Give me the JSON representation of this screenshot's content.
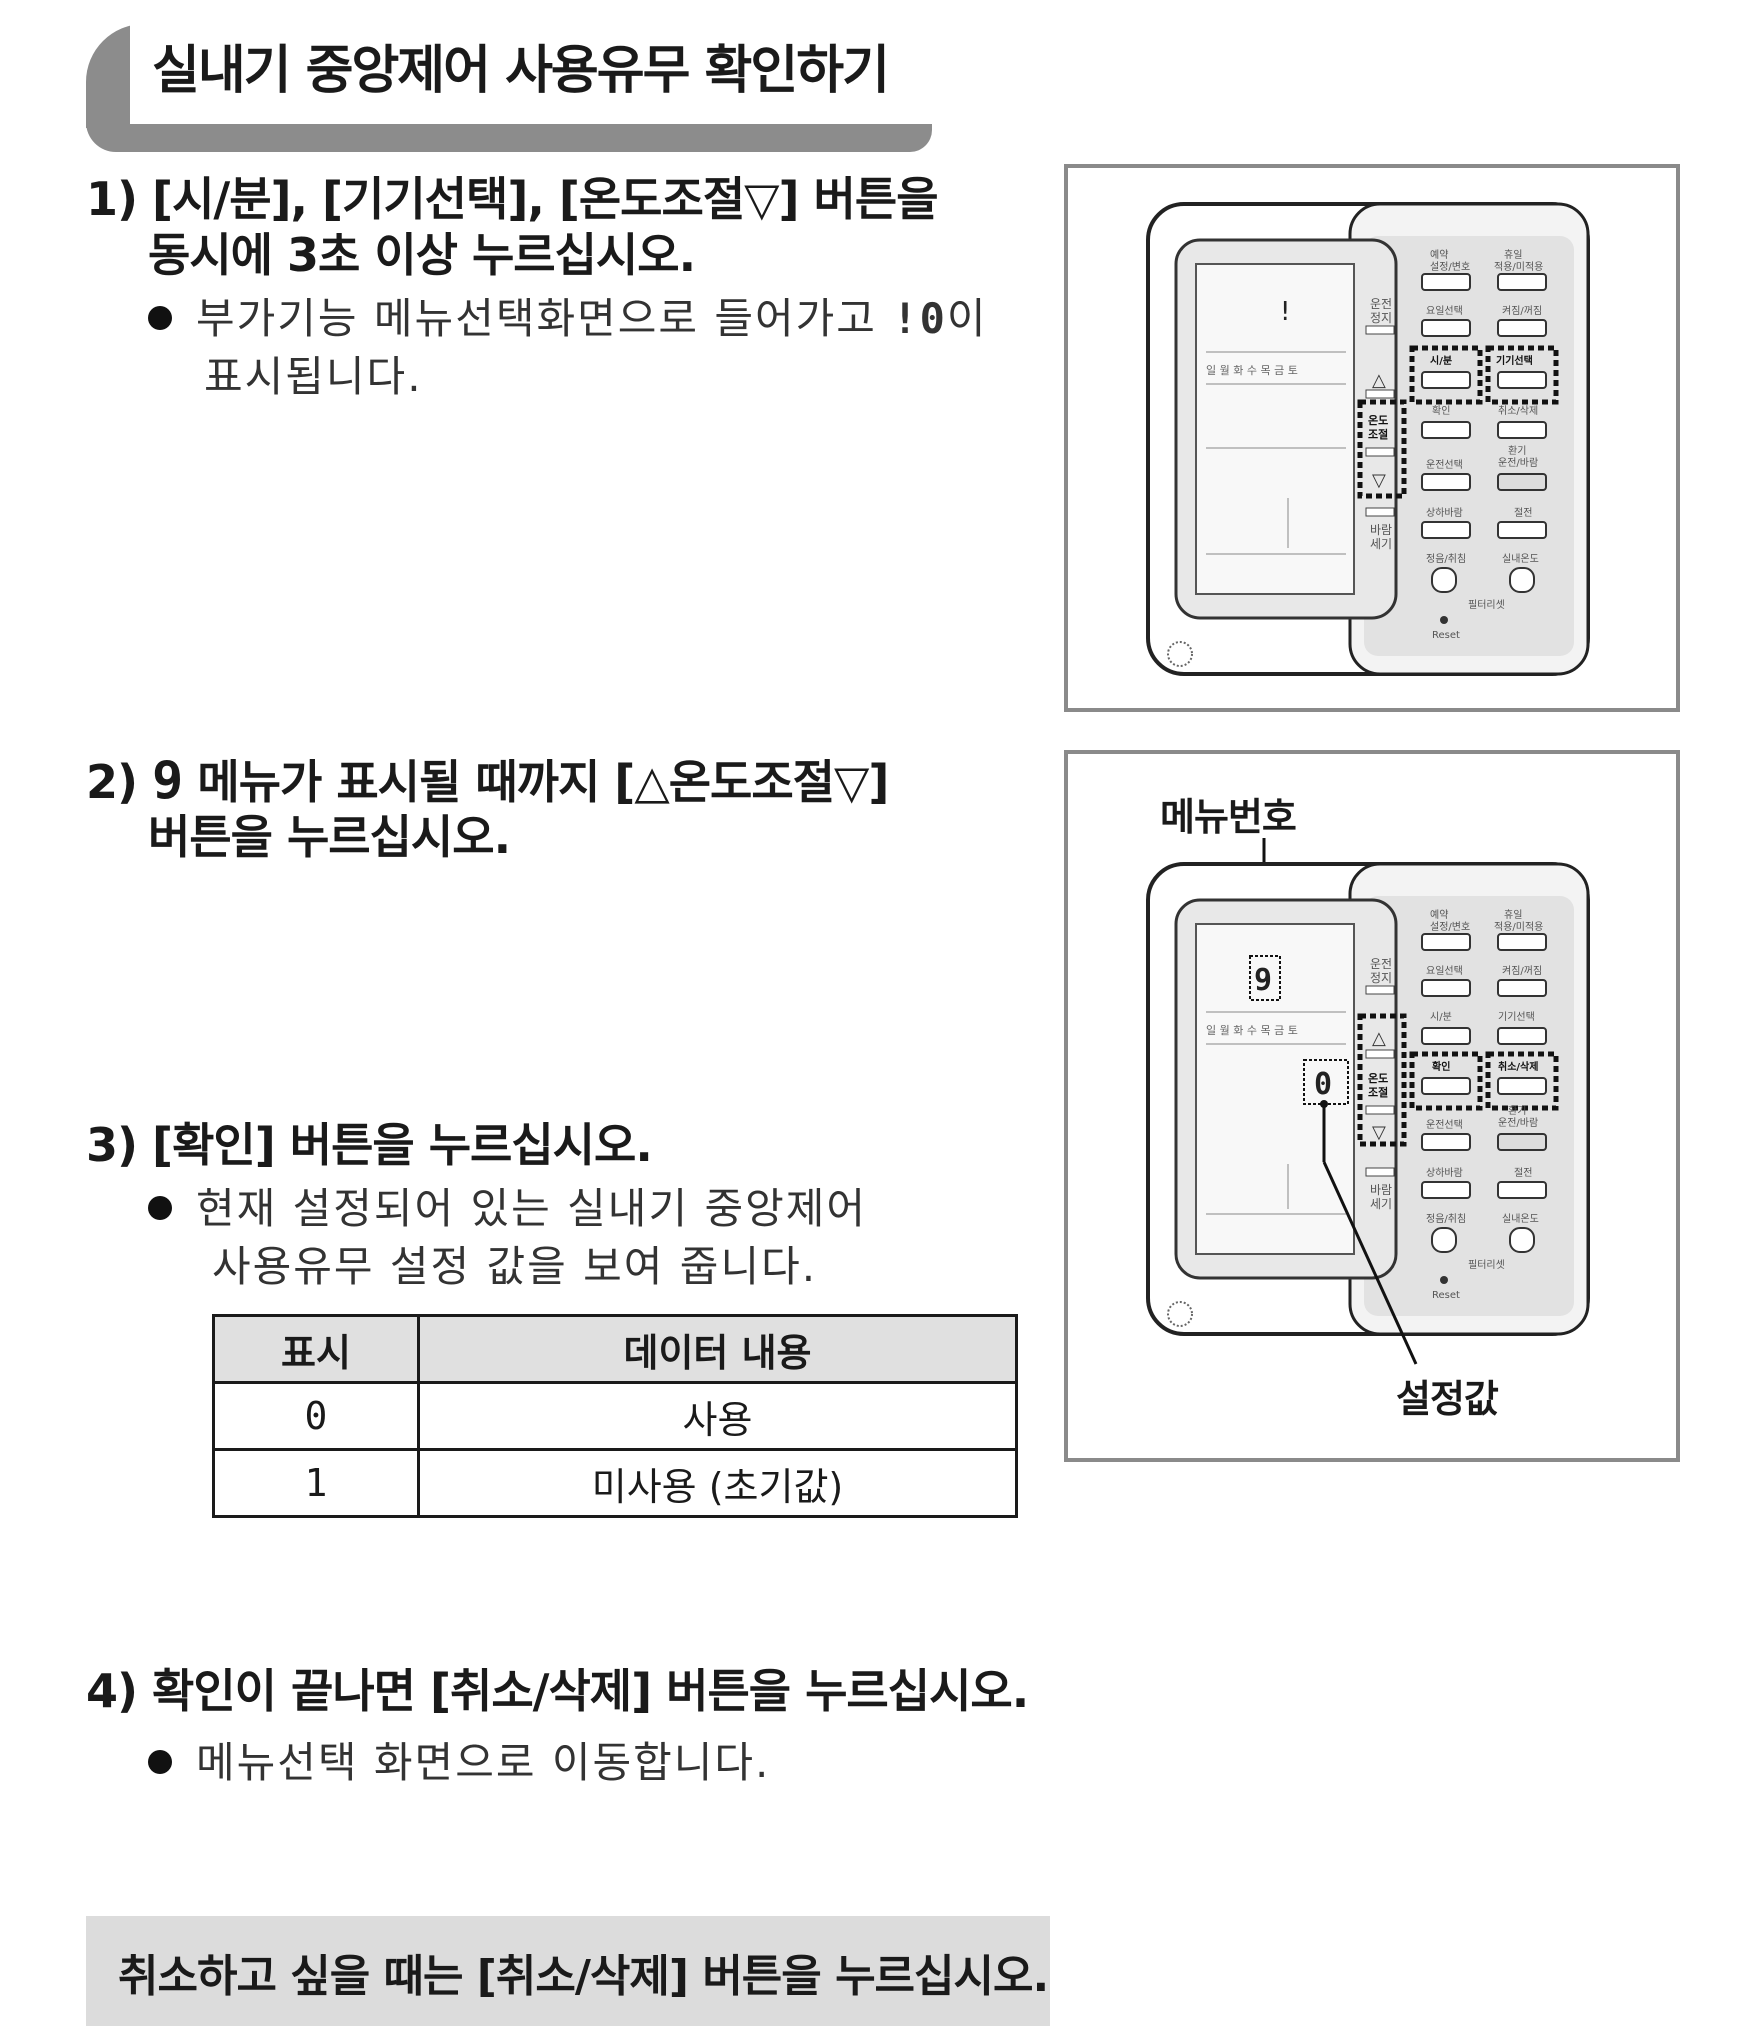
{
  "title": "실내기 중앙제어 사용유무 확인하기",
  "steps": {
    "s1_line1": "1) [시/분], [기기선택], [온도조절▽] 버튼을",
    "s1_line2": "동시에 3초 이상 누르십시오.",
    "s1_b_line1": "부가기능 메뉴선택화면으로 들어가고",
    "s1_b_seg": "!0",
    "s1_b_tail": "이",
    "s1_b_line2": "표시됩니다.",
    "s2_num": "2)",
    "s2_seg": "9",
    "s2_line1": "메뉴가 표시될 때까지 [△온도조절▽]",
    "s2_line2": "버튼을 누르십시오.",
    "s3_line1": "3) [확인] 버튼을 누르십시오.",
    "s3_b_line1": "현재 설정되어 있는 실내기 중앙제어",
    "s3_b_line2": "사용유무 설정 값을 보여 줍니다.",
    "s4_line1": "4) 확인이 끝나면 [취소/삭제] 버튼을 누르십시오.",
    "s4_b_line1": "메뉴선택 화면으로 이동합니다."
  },
  "table": {
    "headers": [
      "표시",
      "데이터 내용"
    ],
    "rows": [
      {
        "display": "0",
        "content": "사용"
      },
      {
        "display": "1",
        "content": "미사용 (초기값)"
      }
    ]
  },
  "note": "취소하고 싶을 때는 [취소/삭제] 버튼을 누르십시오.",
  "figure": {
    "menu_number_label": "메뉴번호",
    "setting_value_label": "설정값",
    "lcd_days": "일 월 화 수 목 금 토",
    "fig1_digit": "!",
    "fig2_menu_digit": "9",
    "fig2_value_digit": "0",
    "side_labels": {
      "run_stop": "운전\n정지",
      "temp": "온도\n조절",
      "fan": "바람\n세기"
    },
    "buttons": [
      "예약 설정/변호",
      "휴일 적용/미적용",
      "요일선택",
      "켜짐/꺼짐",
      "시/분",
      "기기선택",
      "확인",
      "취소/삭제",
      "운전선택",
      "환기 운전/바람",
      "상하바람",
      "절전",
      "정음/취침",
      "실내온도"
    ],
    "filter_reset": "필터리셋",
    "reset": "Reset"
  }
}
